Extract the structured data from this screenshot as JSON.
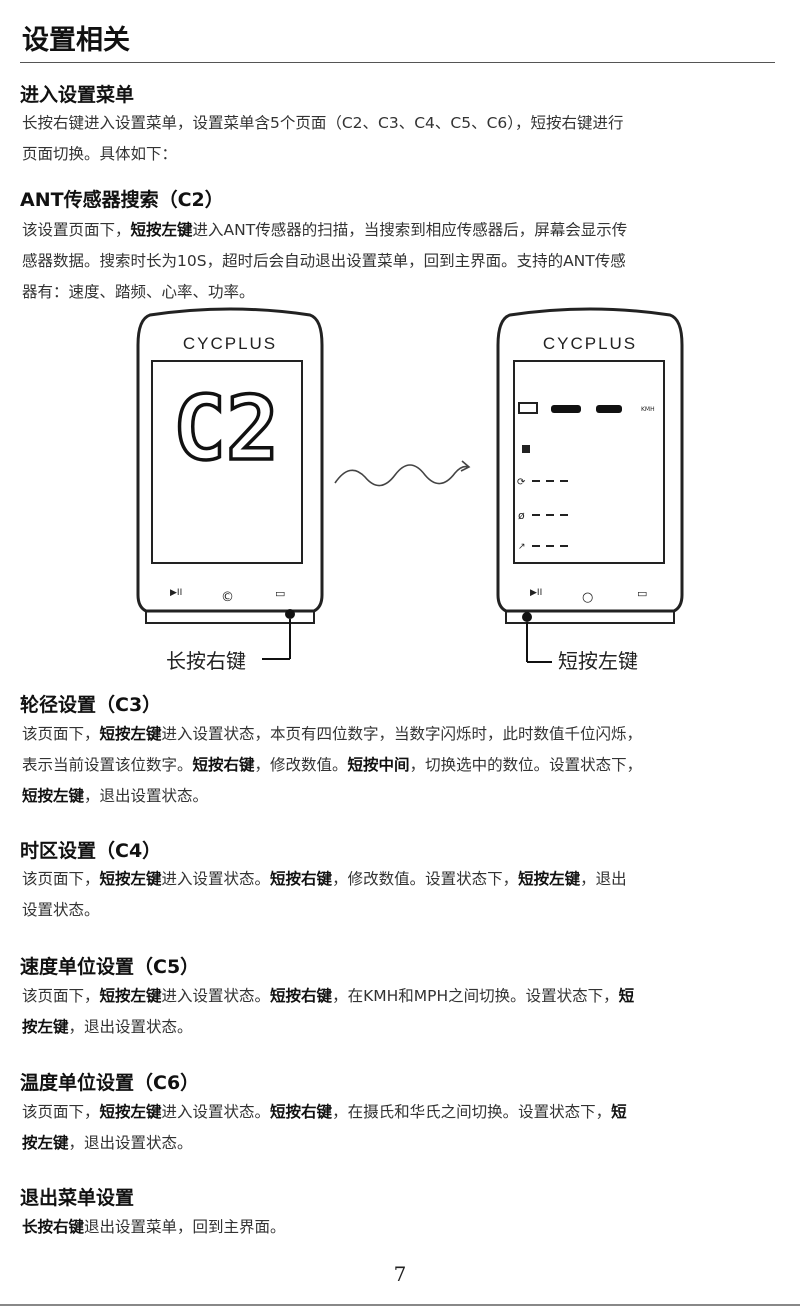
{
  "page_title": "设置相关",
  "sections": {
    "enter": {
      "heading": "进入设置菜单",
      "lines": [
        [
          {
            "t": "长按右键进入设置菜单，设置菜单含5个页面（C2、C3、C4、C5、C6），短按右键进行"
          }
        ],
        [
          {
            "t": "页面切换。具体如下："
          }
        ]
      ]
    },
    "c2": {
      "heading": "ANT传感器搜索（C2）",
      "lines": [
        [
          {
            "t": "该设置页面下，"
          },
          {
            "t": "短按左键",
            "b": true
          },
          {
            "t": "进入ANT传感器的扫描，当搜索到相应传感器后，屏幕会显示传"
          }
        ],
        [
          {
            "t": "感器数据。搜索时长为10S，超时后会自动退出设置菜单，回到主界面。支持的ANT传感"
          }
        ],
        [
          {
            "t": "器有：速度、踏频、心率、功率。"
          }
        ]
      ]
    },
    "c3": {
      "heading": "轮径设置（C3）",
      "lines": [
        [
          {
            "t": "该页面下，"
          },
          {
            "t": "短按左键",
            "b": true
          },
          {
            "t": "进入设置状态，本页有四位数字，当数字闪烁时，此时数值千位闪烁，"
          }
        ],
        [
          {
            "t": "表示当前设置该位数字。"
          },
          {
            "t": "短按右键",
            "b": true
          },
          {
            "t": "，修改数值。"
          },
          {
            "t": "短按中间",
            "b": true
          },
          {
            "t": "，切换选中的数位。设置状态下，"
          }
        ],
        [
          {
            "t": "短按左键",
            "b": true
          },
          {
            "t": "，退出设置状态。"
          }
        ]
      ]
    },
    "c4": {
      "heading": "时区设置（C4）",
      "lines": [
        [
          {
            "t": "该页面下，"
          },
          {
            "t": "短按左键",
            "b": true
          },
          {
            "t": "进入设置状态。"
          },
          {
            "t": "短按右键",
            "b": true
          },
          {
            "t": "，修改数值。设置状态下，"
          },
          {
            "t": "短按左键",
            "b": true
          },
          {
            "t": "，退出"
          }
        ],
        [
          {
            "t": "设置状态。"
          }
        ]
      ]
    },
    "c5": {
      "heading": "速度单位设置（C5）",
      "lines": [
        [
          {
            "t": "该页面下，"
          },
          {
            "t": "短按左键",
            "b": true
          },
          {
            "t": "进入设置状态。"
          },
          {
            "t": "短按右键",
            "b": true
          },
          {
            "t": "，在KMH和MPH之间切换。设置状态下，"
          },
          {
            "t": "短",
            "b": true
          }
        ],
        [
          {
            "t": "按左键",
            "b": true
          },
          {
            "t": "，退出设置状态。"
          }
        ]
      ]
    },
    "c6": {
      "heading": "温度单位设置（C6）",
      "lines": [
        [
          {
            "t": "该页面下，"
          },
          {
            "t": "短按左键",
            "b": true
          },
          {
            "t": "进入设置状态。"
          },
          {
            "t": "短按右键",
            "b": true
          },
          {
            "t": "，在摄氏和华氏之间切换。设置状态下，"
          },
          {
            "t": "短",
            "b": true
          }
        ],
        [
          {
            "t": "按左键",
            "b": true
          },
          {
            "t": "，退出设置状态。"
          }
        ]
      ]
    },
    "exit": {
      "heading": "退出菜单设置",
      "lines": [
        [
          {
            "t": "长按右键",
            "b": true
          },
          {
            "t": "退出设置菜单，回到主界面。"
          }
        ]
      ]
    }
  },
  "figure": {
    "brand": "CYCPLUS",
    "left_display": "C2",
    "left_caption": "长按右键",
    "right_caption": "短按左键",
    "speed_unit": "KMH",
    "left_buttons": [
      "▶II",
      "©",
      "▭"
    ],
    "right_buttons": [
      "▶II",
      "○",
      "▭"
    ],
    "icons": [
      "battery-icon",
      "speed-sensor-icon",
      "cadence-sensor-icon",
      "heart-rate-sensor-icon",
      "power-sensor-icon"
    ]
  },
  "page_number": "7"
}
